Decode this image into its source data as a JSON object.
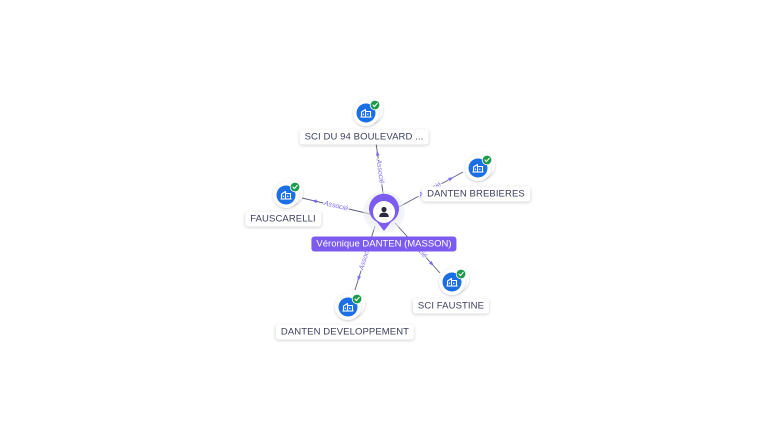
{
  "center": {
    "label": "Véronique DANTEN (MASSON)",
    "icon": "person-icon"
  },
  "colors": {
    "accent": "#7c5cf0",
    "company_blue": "#1a6ee6",
    "check_green": "#1e9b4a",
    "edge": "#5b5f7a",
    "edge_label": "#7c6cf0"
  },
  "nodes": [
    {
      "id": "sci-du-94",
      "label": "SCI DU 94 BOULEVARD ...",
      "edge_label": "Associé",
      "icon": "building-icon",
      "verified": true
    },
    {
      "id": "danten-brebieres",
      "label": "DANTEN BREBIERES",
      "edge_label": "Associé",
      "icon": "building-icon",
      "verified": true
    },
    {
      "id": "fauscarelli",
      "label": "FAUSCARELLI",
      "edge_label": "Associé",
      "icon": "building-icon",
      "verified": true
    },
    {
      "id": "sci-faustine",
      "label": "SCI FAUSTINE",
      "edge_label": "Associé",
      "icon": "building-icon",
      "verified": true
    },
    {
      "id": "danten-developpement",
      "label": "DANTEN DEVELOPPEMENT",
      "edge_label": "Associé",
      "icon": "building-icon",
      "verified": true
    }
  ]
}
